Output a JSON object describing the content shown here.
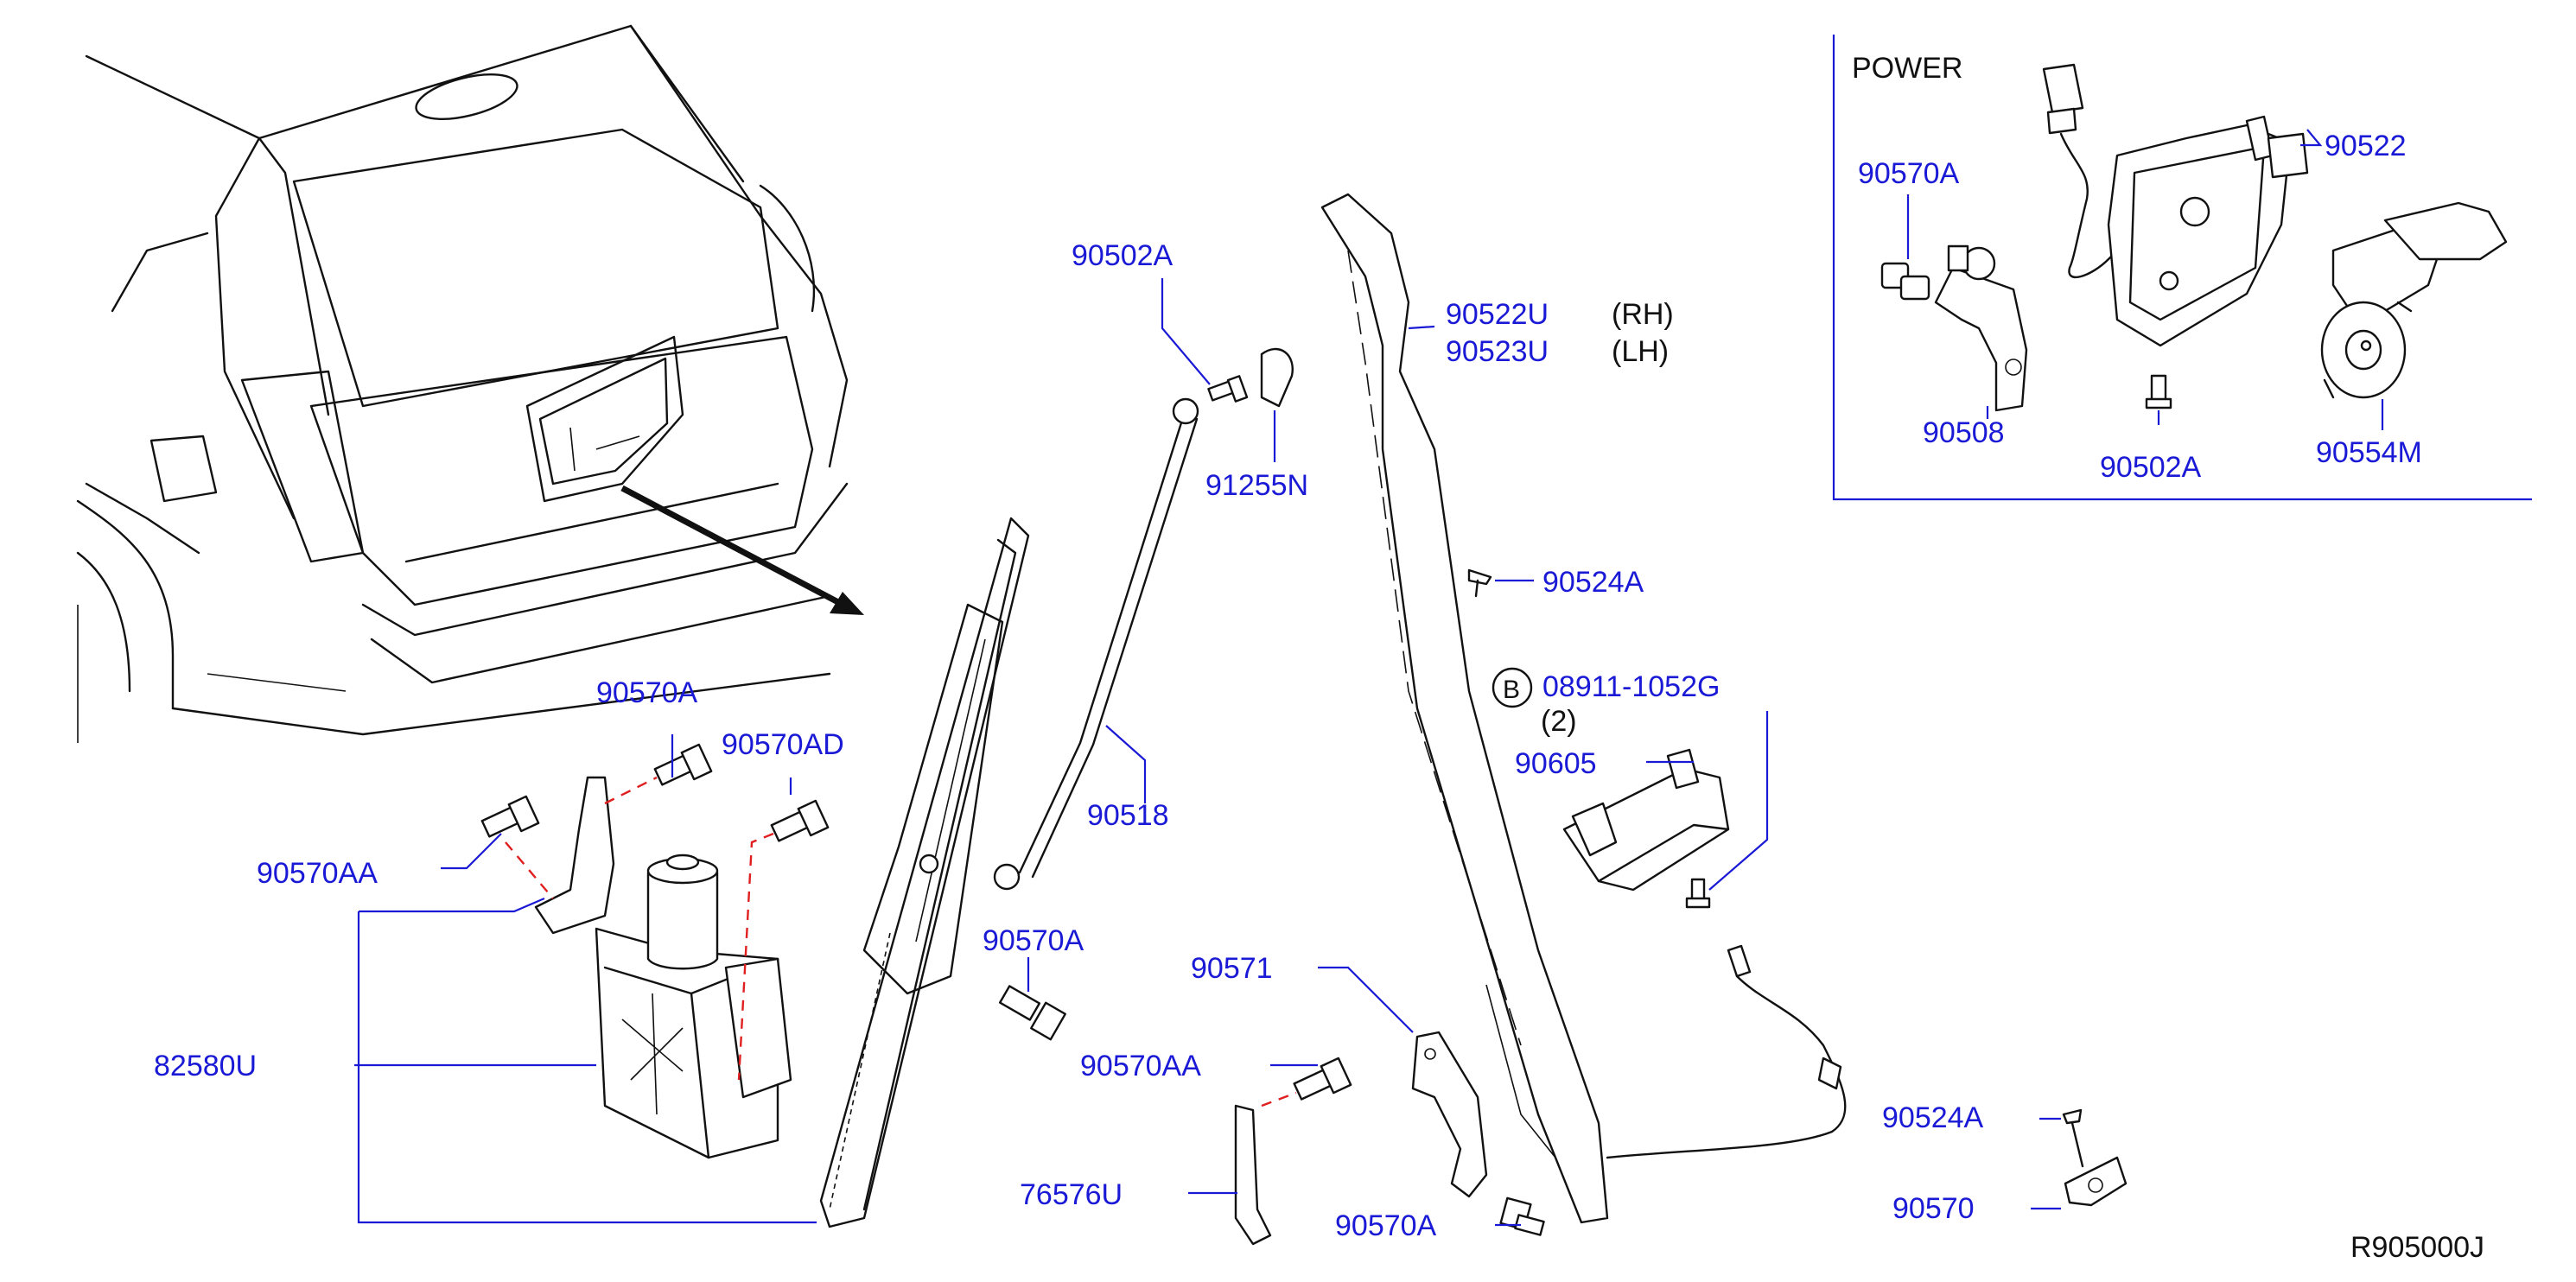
{
  "diagram": {
    "inset_title": "POWER",
    "reference_code": "R905000J",
    "labels": {
      "p90502A_top": "90502A",
      "p91255N": "91255N",
      "p90518": "90518",
      "p90522U": "90522U",
      "p90523U": "90523U",
      "rh": "(RH)",
      "lh": "(LH)",
      "p90524A_mid": "90524A",
      "p90570A_top": "90570A",
      "p90570AD": "90570AD",
      "p90570AA_left": "90570AA",
      "p82580U": "82580U",
      "p90570A_mid": "90570A",
      "p90571": "90571",
      "p90570AA_mid": "90570AA",
      "p76576U": "76576U",
      "p90570A_bottom": "90570A",
      "p90605": "90605",
      "p08911_1052G": "08911-1052G",
      "qty2": "(2)",
      "p90524A_right": "90524A",
      "p90570": "90570",
      "inset_90570A": "90570A",
      "inset_90522": "90522",
      "inset_90508": "90508",
      "inset_90502A": "90502A",
      "inset_90554M": "90554M"
    },
    "colors": {
      "label": "#1a1ad6",
      "linework": "#111111",
      "dashed_guide": "#e02020"
    }
  }
}
